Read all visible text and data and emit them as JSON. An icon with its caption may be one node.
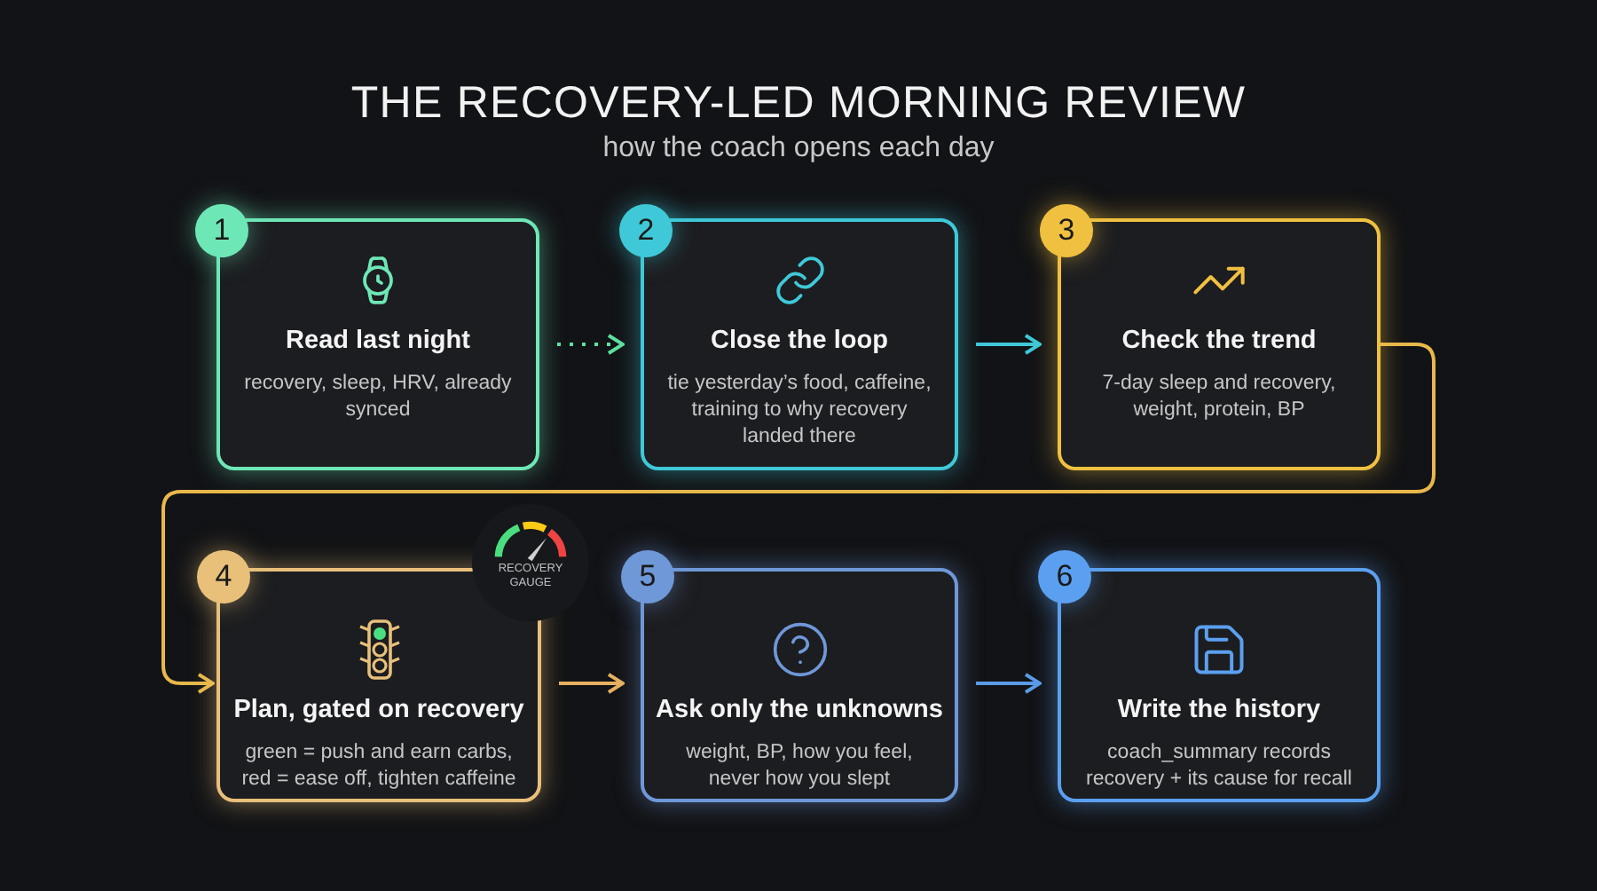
{
  "diagram": {
    "title": "THE RECOVERY-LED MORNING REVIEW",
    "caption": "how the coach opens each day",
    "nodes": [
      {
        "text": [
          "1"
        ]
      },
      {
        "text": [
          "Read last night",
          "recovery, sleep, HRV, already synced"
        ]
      },
      {
        "text": [
          "2"
        ]
      },
      {
        "text": [
          "Close the loop",
          "tie yesterday’s food, caffeine, training to why recovery landed there"
        ]
      },
      {
        "text": [
          "3"
        ]
      },
      {
        "text": [
          "Check the trend",
          "7-day sleep and recovery, weight, protein, BP"
        ]
      },
      {
        "text": [
          "4"
        ]
      },
      {
        "text": [
          "Plan, gated on recovery",
          "green = push and earn carbs, red = ease off, tighten caffeine"
        ]
      },
      {
        "text": [
          "RECOVERY GAUGE"
        ]
      },
      {
        "text": [
          "5"
        ]
      },
      {
        "text": [
          "Ask only the unknowns",
          "weight, BP, how you feel, never how you slept"
        ]
      },
      {
        "text": [
          "6"
        ]
      },
      {
        "text": [
          "Write the history",
          "coach_summary records recovery + its cause for recall"
        ]
      }
    ],
    "edges": [
      {
        "from": 1,
        "to": 3,
        "arrow": "to",
        "style": "dashed",
        "color": "#5ee0a0"
      },
      {
        "from": 3,
        "to": 5,
        "arrow": "to",
        "color": "#3fc8d8"
      },
      {
        "from": 5,
        "to": 7,
        "arrow": "to",
        "color": "#e8b84a"
      },
      {
        "from": 7,
        "to": 10,
        "arrow": "to",
        "color": "#e8b060"
      },
      {
        "from": 10,
        "to": 12,
        "arrow": "to",
        "color": "#5b9be8"
      }
    ]
  }
}
